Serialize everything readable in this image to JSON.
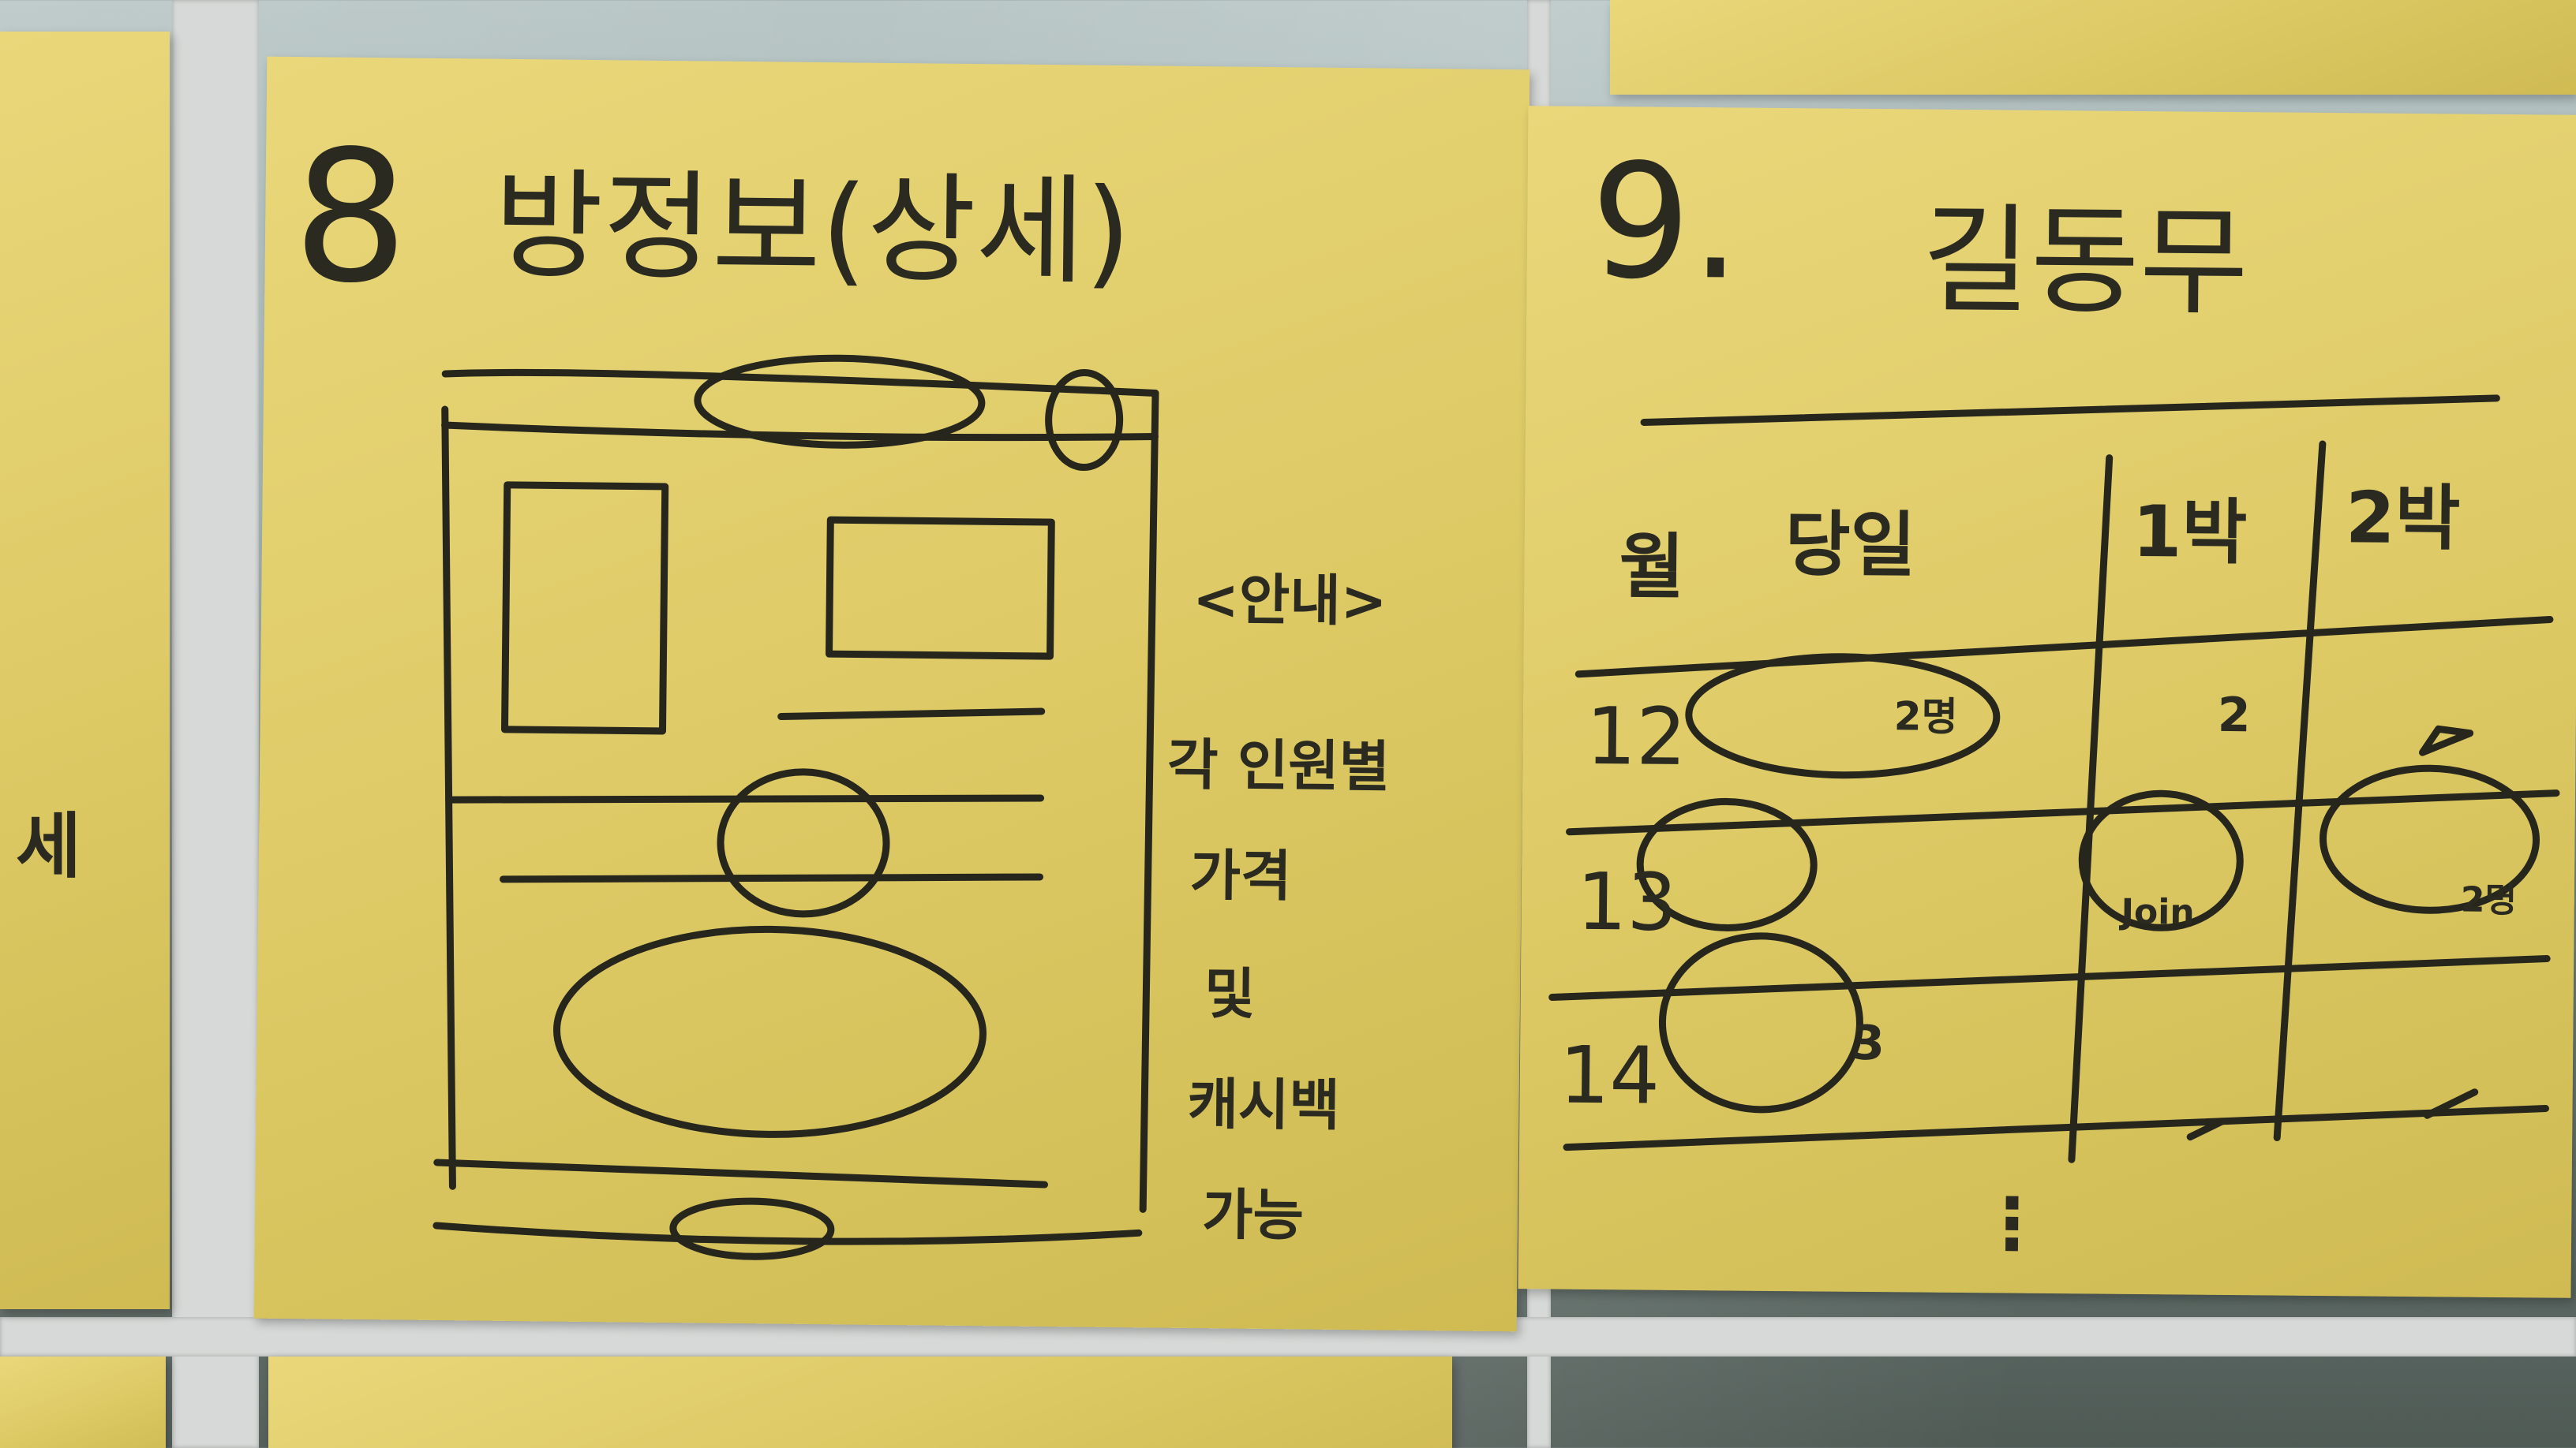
{
  "note_center": {
    "number": "8",
    "title": "방정보(상세)",
    "annotation_header": "<안내>",
    "annotations": [
      "각 인원별",
      "가격",
      "및",
      "캐시백",
      "가능"
    ]
  },
  "note_right": {
    "number": "9.",
    "title": "길동무",
    "table_headers": [
      "월",
      "당일",
      "1박",
      "2박"
    ],
    "row_labels": [
      "12",
      "13",
      "14"
    ],
    "cells": {
      "r12_c1": "2명",
      "r12_c2": "2",
      "r13_c1": "Join",
      "r13_c2": "2명",
      "r14_c1": "3"
    },
    "continuation": "⋮"
  },
  "note_left": {
    "fragment": "세"
  },
  "colors": {
    "sticky_note": "#ddc964",
    "ink": "#26261c",
    "window_frame": "#d6d9d7"
  }
}
